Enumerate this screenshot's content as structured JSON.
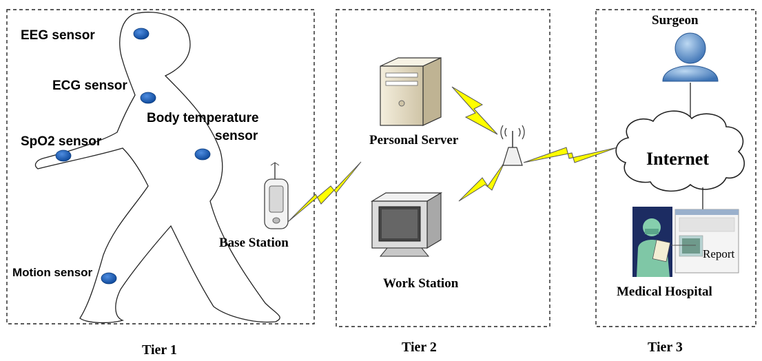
{
  "tiers": [
    {
      "label": "Tier 1"
    },
    {
      "label": "Tier 2"
    },
    {
      "label": "Tier 3"
    }
  ],
  "tier1": {
    "sensors": {
      "eeg": "EEG sensor",
      "ecg": "ECG sensor",
      "body_temp_line1": "Body temperature",
      "body_temp_line2": "sensor",
      "spo2": "SpO2 sensor",
      "motion": "Motion sensor"
    },
    "base_station": "Base Station"
  },
  "tier2": {
    "personal_server": "Personal Server",
    "work_station": "Work Station"
  },
  "tier3": {
    "surgeon": "Surgeon",
    "internet": "Internet",
    "report": "Report",
    "medical_hospital": "Medical Hospital"
  },
  "colors": {
    "sensor_dot": "#1f5fb4",
    "lightning": "#ffff00",
    "surgeon": "#4a7fbf",
    "server_beige": "#e6dcc4"
  }
}
